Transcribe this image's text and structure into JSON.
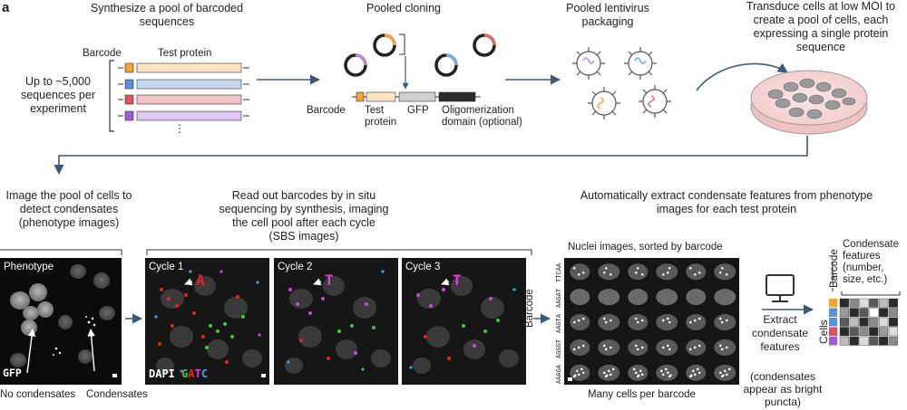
{
  "panel_label": "a",
  "step1": {
    "title": "Synthesize a pool of barcoded sequences",
    "barcode_label": "Barcode",
    "protein_label": "Test protein",
    "side_text": "Up to ~5,000 sequences per experiment",
    "ellipsis": "⋮"
  },
  "step2": {
    "title": "Pooled cloning",
    "labels": [
      "Barcode",
      "Test protein",
      "GFP",
      "Oligomerization domain (optional)"
    ]
  },
  "step3": {
    "title": "Pooled lentivirus packaging"
  },
  "step4": {
    "title": "Transduce cells at low MOI to create a pool of cells, each expressing a single protein sequence"
  },
  "step5": {
    "title": "Image the pool of cells to detect condensates (phenotype images)",
    "image_label": "Phenotype",
    "channel": "GFP",
    "annotations": [
      "No condensates",
      "Condensates"
    ]
  },
  "step6": {
    "title": "Read out barcodes by in situ sequencing by synthesis, imaging the cell pool after each cycle (SBS images)",
    "cycles": [
      {
        "label": "Cycle 1",
        "base": "A",
        "color": "#e8212a"
      },
      {
        "label": "Cycle 2",
        "base": "T",
        "color": "#e63cd6"
      },
      {
        "label": "Cycle 3",
        "base": "T",
        "color": "#e63cd6"
      }
    ],
    "channel_prefix": "DAPI",
    "bases": [
      {
        "letter": "G",
        "color": "#3ec93e"
      },
      {
        "letter": "A",
        "color": "#e8212a"
      },
      {
        "letter": "T",
        "color": "#c44ae0"
      },
      {
        "letter": "C",
        "color": "#3aa6e8"
      }
    ]
  },
  "step7": {
    "title": "Automatically extract condensate features from phenotype images for each test protein",
    "nuclei_title": "Nuclei images, sorted by barcode",
    "barcode_axis": "Barcode",
    "row_barcodes": [
      "TTCAA",
      "AAGAT",
      "AAGTA",
      "AGGGT",
      "AAAGA"
    ],
    "bottom_caption": "Many cells per barcode",
    "extract_label": "Extract condensate features",
    "note": "(condensates appear as bright puncta)",
    "matrix_title": "Condensate features (number, size, etc.)",
    "matrix_barcode": "Barcode",
    "matrix_cells": "Cells",
    "barcode_colors": [
      "#f2a33a",
      "#5b8fd6",
      "#d9545e",
      "#9a5fd1"
    ],
    "accent_colors": {
      "protein1": "#fde3c2",
      "protein2": "#c4d8f2",
      "protein3": "#f1c5c5",
      "protein4": "#dcc8f2"
    }
  }
}
